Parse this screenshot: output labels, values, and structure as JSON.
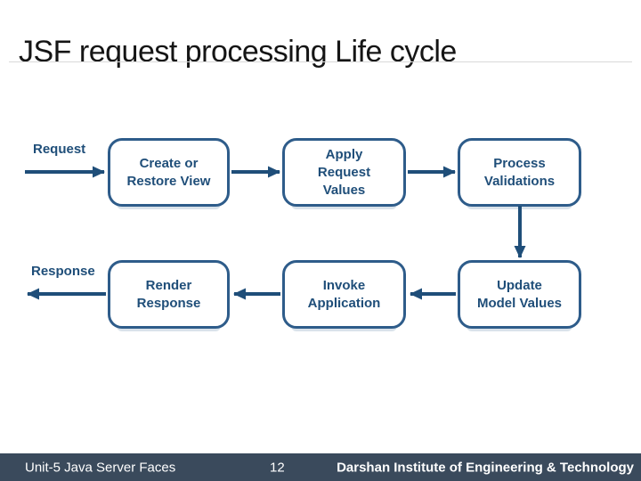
{
  "slide": {
    "title": "JSF request processing Life cycle",
    "labels": {
      "request": "Request",
      "response": "Response"
    },
    "nodes": [
      {
        "id": "create-or-restore-view",
        "label": "Create or\nRestore View"
      },
      {
        "id": "apply-request-values",
        "label": "Apply\nRequest\nValues"
      },
      {
        "id": "process-validations",
        "label": "Process\nValidations"
      },
      {
        "id": "render-response",
        "label": "Render\nResponse"
      },
      {
        "id": "invoke-application",
        "label": "Invoke\nApplication"
      },
      {
        "id": "update-model-values",
        "label": "Update\nModel Values"
      }
    ],
    "flow": [
      "Request -> Create or Restore View",
      "Create or Restore View -> Apply Request Values",
      "Apply Request Values -> Process Validations",
      "Process Validations -> Update Model Values",
      "Update Model Values -> Invoke Application",
      "Invoke Application -> Render Response",
      "Render Response -> Response"
    ],
    "footer": {
      "course": "Unit-5 Java Server Faces",
      "page_number": "12",
      "institute": "Darshan Institute of Engineering & Technology"
    },
    "colors": {
      "accent": "#1F4E79",
      "node_border": "#2E5C8A",
      "footer_bg": "#3A4A5C",
      "footer_text": "#FFFFFF",
      "title_text": "#151515",
      "divider": "#D9D9D9"
    }
  }
}
